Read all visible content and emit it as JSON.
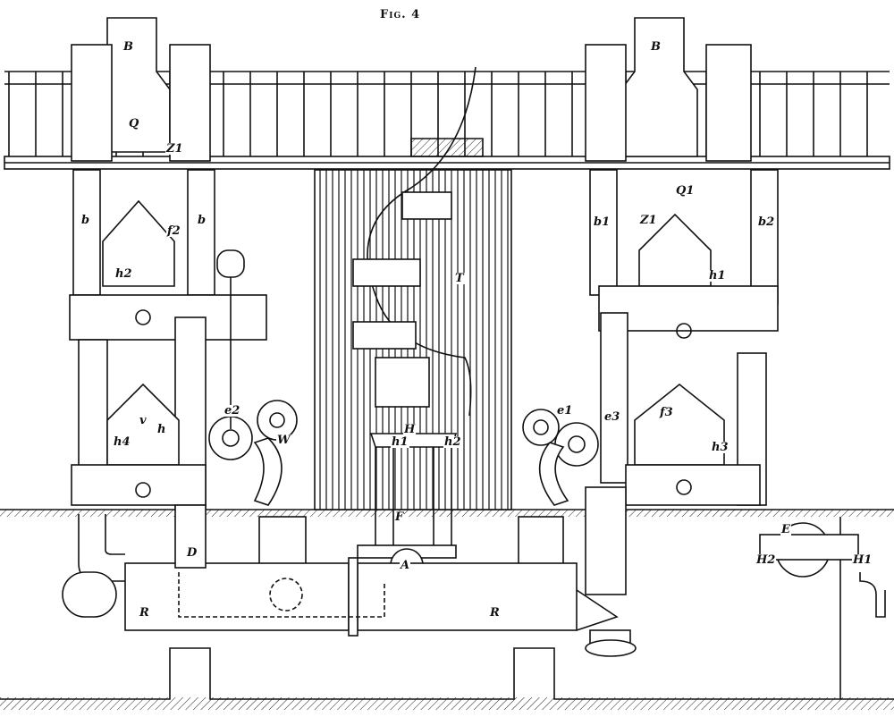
{
  "figure": {
    "title": "Fig. 4",
    "labels": {
      "B_left": "B",
      "B_right": "B",
      "Q": "Q",
      "Q1": "Q1",
      "Z1_left": "Z1",
      "Z1_right": "Z1",
      "b_left1": "b",
      "b_left2": "b",
      "b1": "b1",
      "b2": "b2",
      "f2": "f2",
      "f3": "f3",
      "h_upper_left": "h2",
      "h1_upper_right": "h1",
      "T": "T",
      "v": "v",
      "h": "h",
      "h4": "h4",
      "e2": "e2",
      "e1": "e1",
      "e3": "e3",
      "h3": "h3",
      "W": "W",
      "H": "H",
      "h1_center": "h1",
      "h2_center": "h2",
      "F": "F",
      "A": "A",
      "D": "D",
      "R_left": "R",
      "R_right": "R",
      "E": "E",
      "H2": "H2",
      "H1": "H1"
    }
  }
}
